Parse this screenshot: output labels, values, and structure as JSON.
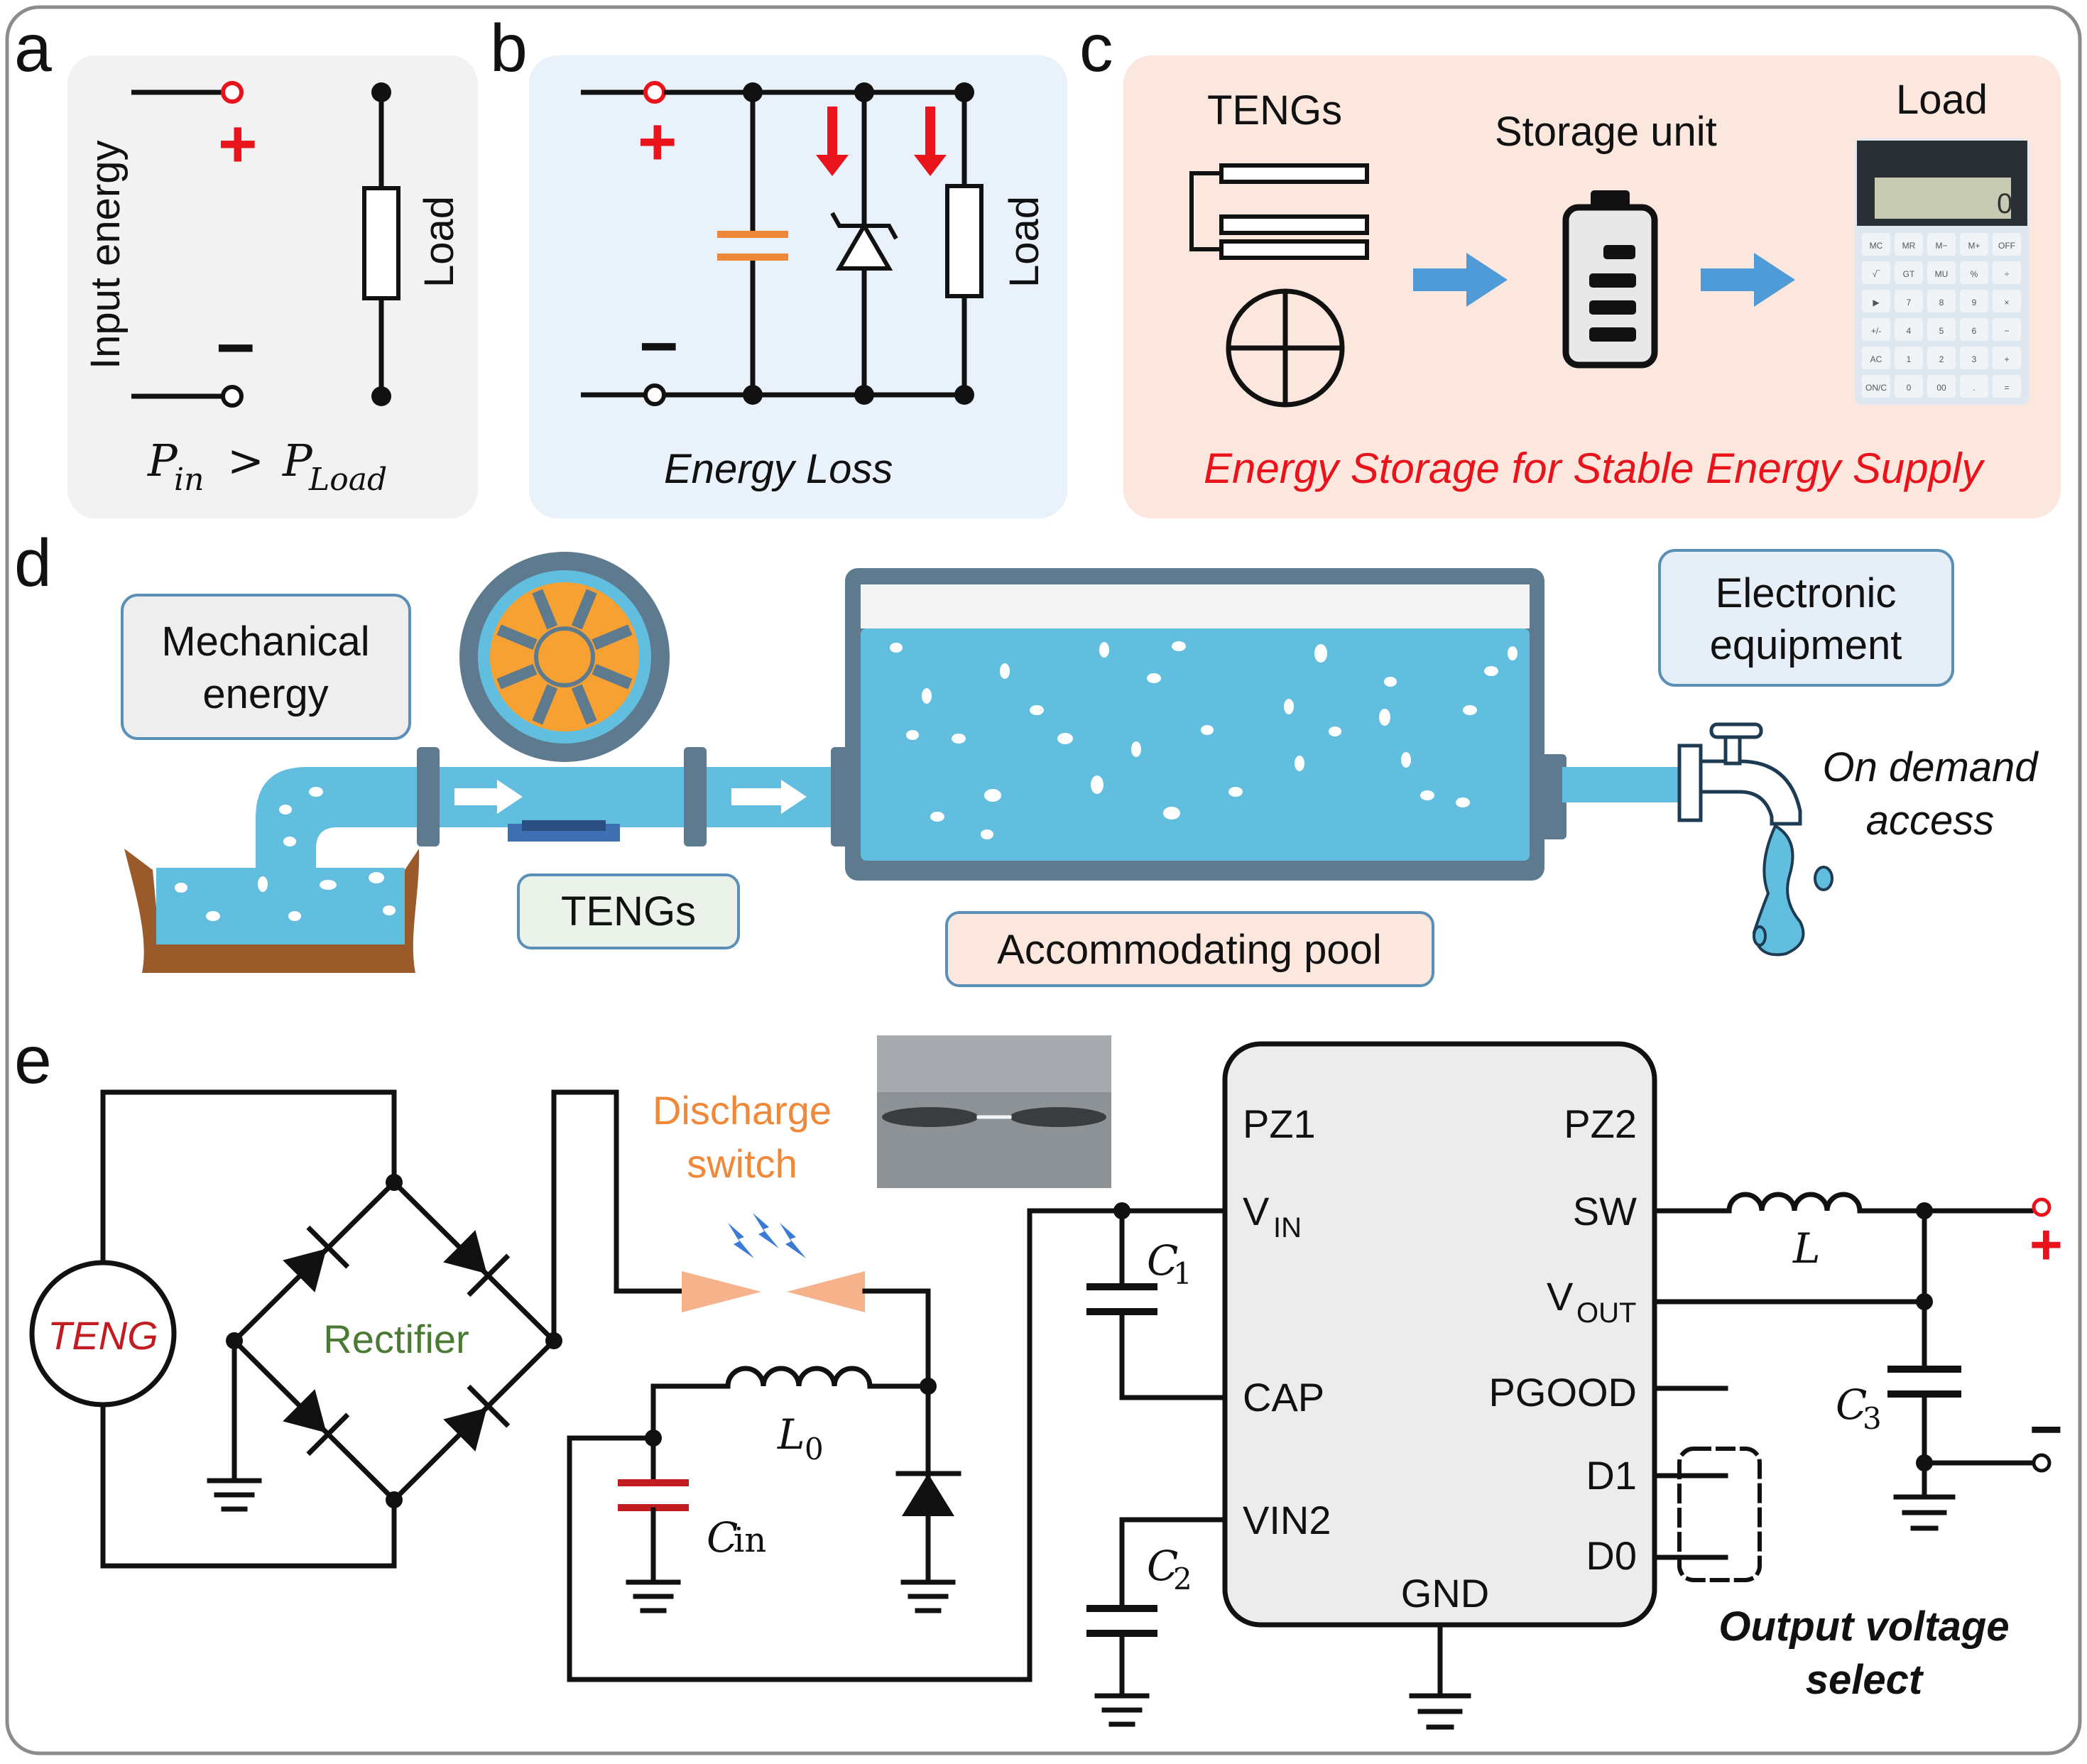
{
  "panels": {
    "a": {
      "letter": "a",
      "input_label": "Input energy",
      "plus": "+",
      "minus": "−",
      "load_label": "Load",
      "eq_p1": "P",
      "eq_sub1": "in",
      "eq_op": ">",
      "eq_p2": "P",
      "eq_sub2": "Load"
    },
    "b": {
      "letter": "b",
      "plus": "+",
      "minus": "−",
      "load_label": "Load",
      "caption": "Energy Loss"
    },
    "c": {
      "letter": "c",
      "tengs_label": "TENGs",
      "storage_label": "Storage unit",
      "load_label": "Load",
      "calc_display": "0",
      "calc_keys": [
        "MC",
        "MR",
        "M−",
        "M+",
        "OFF",
        "√‾",
        "GT",
        "MU",
        "%",
        "÷",
        "▶",
        "7",
        "8",
        "9",
        "×",
        "+/-",
        "4",
        "5",
        "6",
        "−",
        "AC",
        "1",
        "2",
        "3",
        "+",
        "ON/C",
        "0",
        "00",
        ".",
        "="
      ],
      "caption": "Energy Storage for Stable Energy Supply"
    },
    "d": {
      "letter": "d",
      "mechanical_energy": [
        "Mechanical",
        "energy"
      ],
      "tengs_label": "TENGs",
      "pool_label": "Accommodating pool",
      "equipment_label": [
        "Electronic",
        "equipment"
      ],
      "on_demand": [
        "On demand",
        "access"
      ]
    },
    "e": {
      "letter": "e",
      "teng_label": "TENG",
      "rectifier_label": "Rectifier",
      "discharge_label": [
        "Discharge",
        "switch"
      ],
      "cin_main": "C",
      "cin_sub": "in",
      "l0_main": "L",
      "l0_sub": "0",
      "c1_main": "C",
      "c1_sub": "1",
      "c2_main": "C",
      "c2_sub": "2",
      "c3_main": "C",
      "c3_sub": "3",
      "l_label": "L",
      "chip_pins": {
        "pz1": "PZ1",
        "pz2": "PZ2",
        "vin_main": "V",
        "vin_sub": "IN",
        "sw": "SW",
        "vout_main": "V",
        "vout_sub": "OUT",
        "cap": "CAP",
        "pgood": "PGOOD",
        "d1": "D1",
        "vin2": "VIN2",
        "d0": "D0",
        "gnd": "GND"
      },
      "plus": "+",
      "minus": "−",
      "output_select": [
        "Output voltage",
        "select"
      ]
    }
  },
  "colors": {
    "red": "#e8131b",
    "orange": "#f0883a",
    "blue": "#4f9bd8",
    "water": "#62bedf",
    "pipe": "#5e7a8f",
    "green": "#4a7a34",
    "dark_red": "#c01c22"
  }
}
